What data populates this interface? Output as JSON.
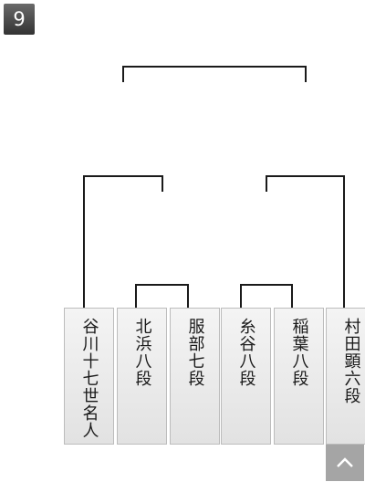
{
  "round_badge": "9",
  "players": [
    {
      "name": "谷川十七世名人"
    },
    {
      "name": "北浜八段"
    },
    {
      "name": "服部七段"
    },
    {
      "name": "糸谷八段"
    },
    {
      "name": "稲葉八段"
    },
    {
      "name": "村田顕六段"
    }
  ],
  "scroll_top_icon": "chevron-up-icon",
  "colors": {
    "line": "#1a1a1a",
    "card": "#e8e8e8",
    "badge": "#444444",
    "scroll_button": "#a5a5a5"
  }
}
